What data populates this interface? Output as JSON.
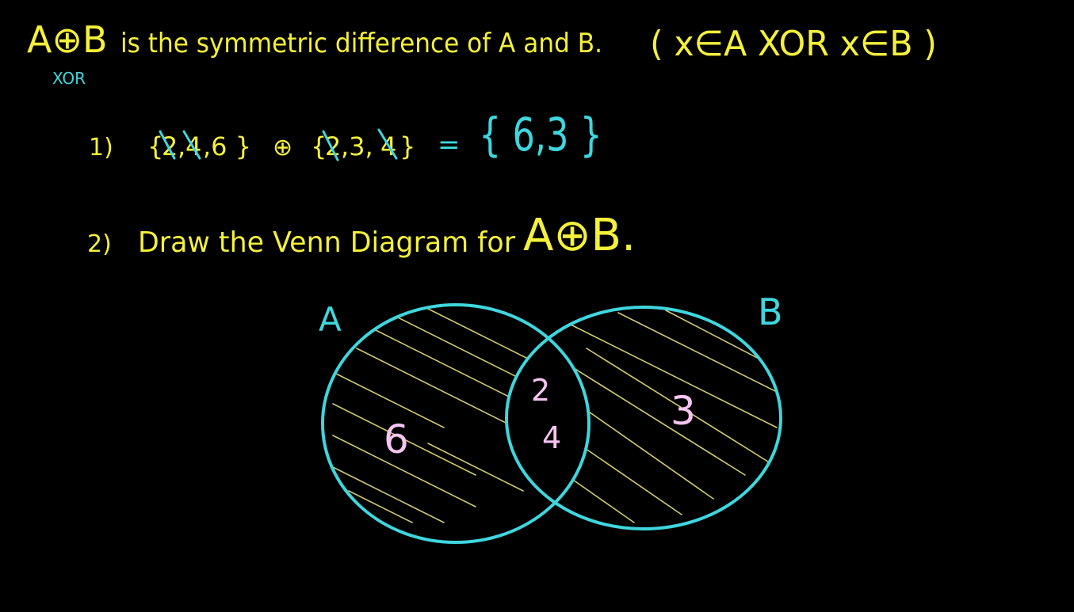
{
  "colors": {
    "background": "#000000",
    "yellow": "#f5f03a",
    "cyan": "#3fd6de",
    "pink": "#f7c4f2",
    "hatch": "#e8e07a"
  },
  "definition": {
    "expression": "A⊕B",
    "text": "is the symmetric difference of A and B.",
    "condition": "( x∈A  XOR  x∈B )",
    "note": "XOR"
  },
  "example1": {
    "number": "1)",
    "set_a_open": "{",
    "set_a_el1": "2",
    "set_a_sep1": ",",
    "set_a_el2": "4",
    "set_a_rest": ",6 }",
    "operator": "⊕",
    "set_b_open": "{",
    "set_b_el1": "2",
    "set_b_mid": ",3,",
    "set_b_el3": "4",
    "set_b_close": "}",
    "equals": "=",
    "result": "{ 6,3 }"
  },
  "example2": {
    "number": "2)",
    "text": "Draw the Venn Diagram for",
    "expression": "A⊕B."
  },
  "venn": {
    "label_a": "A",
    "label_b": "B",
    "a_only": "6",
    "intersection_top": "2",
    "intersection_bottom": "4",
    "b_only": "3",
    "shaded_regions": [
      "A only",
      "B only"
    ]
  }
}
